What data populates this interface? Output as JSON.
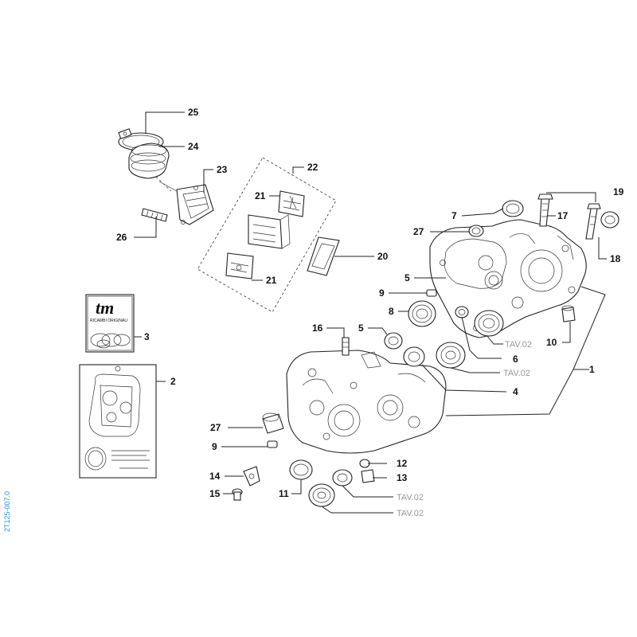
{
  "diagram": {
    "doc_id": "2T125-007.0",
    "brand": {
      "logo_text": "tm",
      "subtitle": "RICAMBI ORIGINALI"
    },
    "callouts": [
      {
        "id": "c25",
        "label": "25"
      },
      {
        "id": "c24",
        "label": "24"
      },
      {
        "id": "c23",
        "label": "23"
      },
      {
        "id": "c26",
        "label": "26"
      },
      {
        "id": "c22",
        "label": "22"
      },
      {
        "id": "c21a",
        "label": "21"
      },
      {
        "id": "c21b",
        "label": "21"
      },
      {
        "id": "c20",
        "label": "20"
      },
      {
        "id": "c19",
        "label": "19"
      },
      {
        "id": "c18",
        "label": "18"
      },
      {
        "id": "c17",
        "label": "17"
      },
      {
        "id": "c7",
        "label": "7"
      },
      {
        "id": "c27a",
        "label": "27"
      },
      {
        "id": "c5a",
        "label": "5"
      },
      {
        "id": "c9a",
        "label": "9"
      },
      {
        "id": "c8",
        "label": "8"
      },
      {
        "id": "c3",
        "label": "3"
      },
      {
        "id": "c16",
        "label": "16"
      },
      {
        "id": "c5b",
        "label": "5"
      },
      {
        "id": "c10",
        "label": "10"
      },
      {
        "id": "c6",
        "label": "6"
      },
      {
        "id": "c1",
        "label": "1"
      },
      {
        "id": "c4",
        "label": "4"
      },
      {
        "id": "c2",
        "label": "2"
      },
      {
        "id": "c27b",
        "label": "27"
      },
      {
        "id": "c9b",
        "label": "9"
      },
      {
        "id": "c12",
        "label": "12"
      },
      {
        "id": "c13",
        "label": "13"
      },
      {
        "id": "c14",
        "label": "14"
      },
      {
        "id": "c15",
        "label": "15"
      },
      {
        "id": "c11",
        "label": "11"
      }
    ],
    "references": [
      {
        "id": "r1",
        "label": "TAV.02"
      },
      {
        "id": "r2",
        "label": "TAV.02"
      },
      {
        "id": "r3",
        "label": "TAV.02"
      },
      {
        "id": "r4",
        "label": "TAV.02"
      }
    ]
  }
}
